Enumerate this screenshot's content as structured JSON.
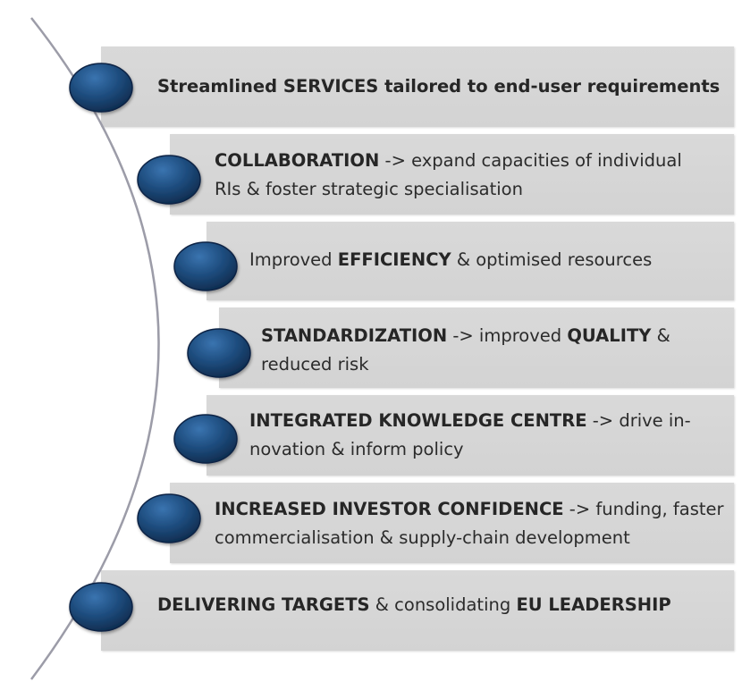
{
  "steps": [
    {
      "segments": [
        {
          "text": "Streamlined SERVICES tailored to end-user requirements",
          "bold": true
        }
      ]
    },
    {
      "segments": [
        {
          "text": "COLLABORATION",
          "bold": true
        },
        {
          "text": " -> expand capacities of individual",
          "bold": false
        },
        {
          "br": true
        },
        {
          "text": "RIs & foster strategic specialisation",
          "bold": false
        }
      ]
    },
    {
      "segments": [
        {
          "text": "Improved ",
          "bold": false
        },
        {
          "text": "EFFICIENCY",
          "bold": true
        },
        {
          "text": " & optimised resources",
          "bold": false
        }
      ]
    },
    {
      "segments": [
        {
          "text": "STANDARDIZATION",
          "bold": true
        },
        {
          "text": " -> improved ",
          "bold": false
        },
        {
          "text": "QUALITY",
          "bold": true
        },
        {
          "text": " &",
          "bold": false
        },
        {
          "br": true
        },
        {
          "text": "reduced risk",
          "bold": false
        }
      ]
    },
    {
      "segments": [
        {
          "text": "INTEGRATED KNOWLEDGE CENTRE",
          "bold": true
        },
        {
          "text": " -> drive     in-",
          "bold": false
        },
        {
          "br": true
        },
        {
          "text": "novation & inform policy",
          "bold": false
        }
      ]
    },
    {
      "segments": [
        {
          "text": "INCREASED INVESTOR CONFIDENCE",
          "bold": true
        },
        {
          "text": " -> funding, faster",
          "bold": false
        },
        {
          "br": true
        },
        {
          "text": "commercialisation & supply-chain development",
          "bold": false
        }
      ]
    },
    {
      "segments": [
        {
          "text": "DELIVERING TARGETS",
          "bold": true
        },
        {
          "text": " & consolidating ",
          "bold": false
        },
        {
          "text": "EU LEADERSHIP",
          "bold": true
        }
      ]
    }
  ],
  "colors": {
    "bar": "#d6d6d6",
    "dot": "#1f4e80",
    "dot_dark": "#0d2a4c",
    "curve": "#9a9aa6"
  }
}
